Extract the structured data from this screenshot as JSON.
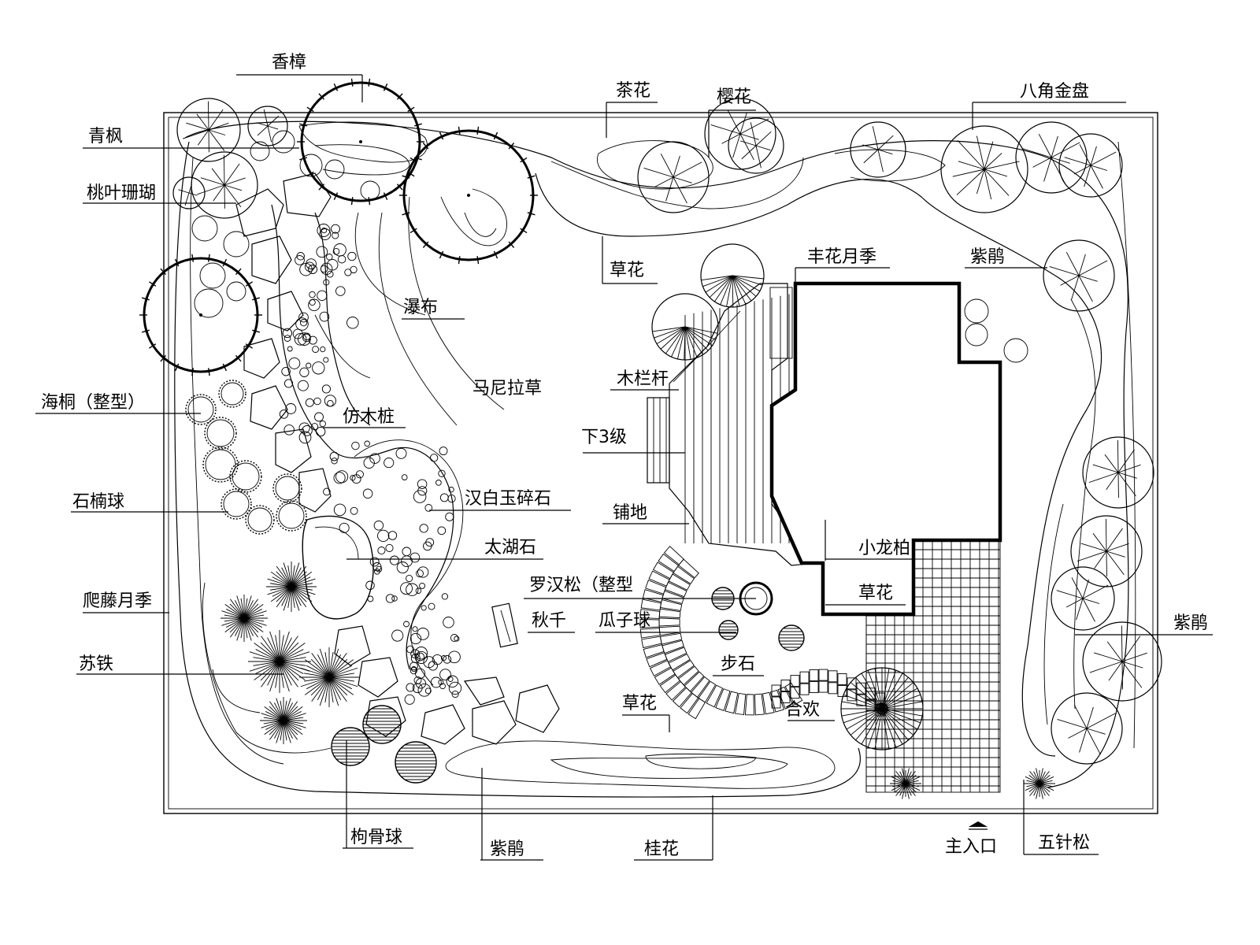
{
  "labels": {
    "xiangzhang": "香樟",
    "qingfeng": "青枫",
    "taoye_shanhu": "桃叶珊瑚",
    "haitong": "海桐（整型）",
    "shinan_qiu": "石楠球",
    "pateng_yueji": "爬藤月季",
    "sutie": "苏铁",
    "gougu_qiu": "枸骨球",
    "zijuan_bottom": "紫鹃",
    "guihua": "桂花",
    "zhu_rukou": "主入口",
    "wuzhen_song": "五针松",
    "zijuan_right": "紫鹃",
    "zijuan_top": "紫鹃",
    "bajiao_jinpan": "八角金盘",
    "yinghua": "樱花",
    "chahua": "茶花",
    "caohua_top": "草花",
    "fengfeng_yueji": "丰花月季",
    "pubu": "瀑布",
    "maonilacao": "马尼拉草",
    "mulangan": "木栏杆",
    "xia_3ji": "下3级",
    "fangmuzhuang": "仿木桩",
    "hanbaiyu": "汉白玉碎石",
    "pudi": "铺地",
    "taihushi": "太湖石",
    "xiaolongbai": "小龙柏",
    "luohansong": "罗汉松（整型",
    "caohua_mid": "草花",
    "qiuqian": "秋千",
    "guaziqiu": "瓜子球",
    "bushi": "步石",
    "caohua_low": "草花",
    "hehuan": "合欢"
  },
  "icons": {
    "entrance_marker": "entrance-arrow-icon"
  },
  "colors": {
    "ink": "#000000",
    "paper": "#ffffff"
  }
}
